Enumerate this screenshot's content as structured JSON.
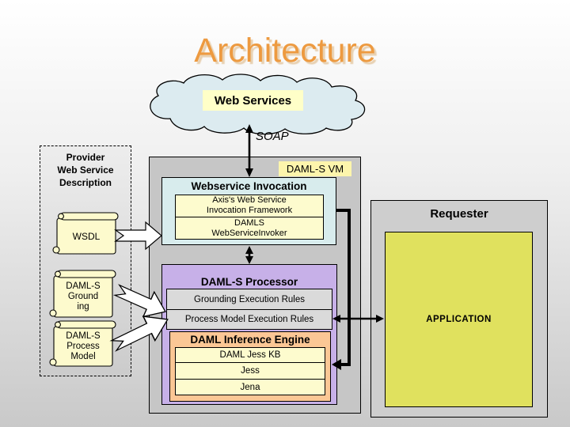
{
  "title": "Architecture",
  "cloud": {
    "label": "Web Services"
  },
  "soap": {
    "label": "SOAP"
  },
  "provider": {
    "title": "Provider\nWeb Service\nDescription",
    "scrolls": [
      {
        "label": "WSDL"
      },
      {
        "label": "DAML-S\nGround\ning"
      },
      {
        "label": "DAML-S\nProcess\nModel"
      }
    ]
  },
  "vm": {
    "label": "DAML-S VM",
    "invocation": {
      "title": "Webservice Invocation",
      "cells": [
        "Axis's Web Service\nInvocation Framework",
        "DAMLS\nWebServiceInvoker"
      ]
    },
    "processor": {
      "title": "DAML-S Processor",
      "rules": [
        "Grounding Execution Rules",
        "Process Model Execution Rules"
      ],
      "inference": {
        "title": "DAML Inference Engine",
        "layers": [
          "DAML Jess KB",
          "Jess",
          "Jena"
        ]
      }
    }
  },
  "requester": {
    "title": "Requester",
    "application": {
      "label": "APPLICATION"
    }
  },
  "colors": {
    "title_orange": "#ED9A40",
    "cloud_blue": "#DCEBF0",
    "note_yellow": "#FDFACD",
    "label_yellow": "#FFFFC8",
    "vm_label_yellow": "#FDF5AC",
    "panel_gray": "#C6C6C6",
    "invocation_cyan": "#D8ECED",
    "inner_yellow": "#FDFBCE",
    "processor_purple": "#C7B0E8",
    "rules_gray": "#DADADA",
    "inference_orange": "#FBC795",
    "requester_gray": "#CECECE",
    "application_yellow": "#E0E15E"
  }
}
